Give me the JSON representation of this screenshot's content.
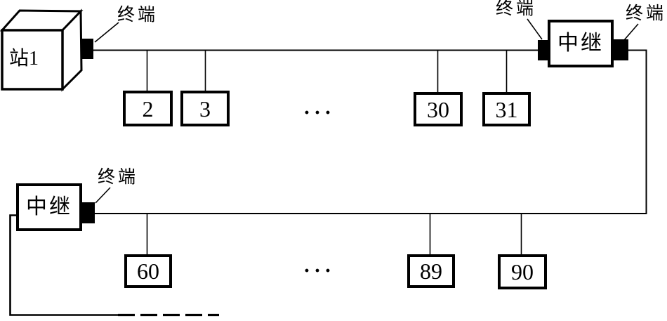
{
  "labels": {
    "station1": "站1",
    "repeater": "中继",
    "terminator": "终端",
    "ellipsis": "···"
  },
  "top_bus": {
    "stations": [
      "2",
      "3",
      "30",
      "31"
    ]
  },
  "bottom_bus": {
    "stations": [
      "60",
      "89",
      "90"
    ]
  }
}
